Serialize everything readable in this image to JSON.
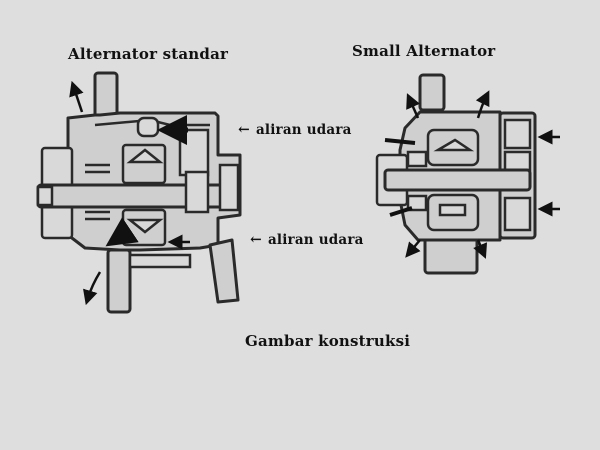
{
  "diagram": {
    "caption": "Gambar konstruksi",
    "background_color": "#dedede",
    "left": {
      "title": "Alternator standar",
      "airflow_labels": [
        "aliran udara",
        "aliran udara"
      ]
    },
    "right": {
      "title": "Small Alternator"
    },
    "arrow_glyph": "←"
  }
}
